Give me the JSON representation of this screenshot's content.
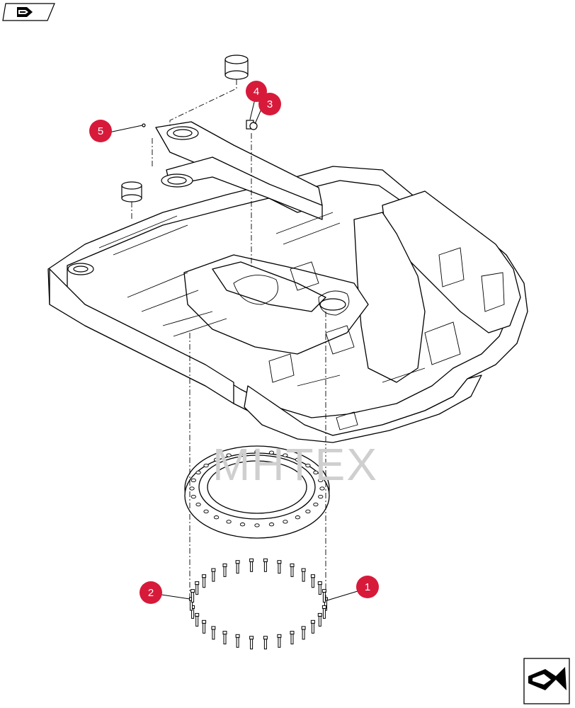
{
  "header": {
    "nav_icon": "arrow-book-icon"
  },
  "watermark": {
    "text": "MHTEX",
    "color": "#d9d9d9",
    "logo_color": "#f3c6c6"
  },
  "callouts": [
    {
      "id": "callout-1",
      "label": "1"
    },
    {
      "id": "callout-2",
      "label": "2"
    },
    {
      "id": "callout-3",
      "label": "3"
    },
    {
      "id": "callout-4",
      "label": "4"
    },
    {
      "id": "callout-5",
      "label": "5"
    }
  ],
  "colors": {
    "callout_fill": "#d71a3a",
    "line": "#000000"
  },
  "footer": {
    "nav_icon": "next-page-arrow-icon"
  }
}
